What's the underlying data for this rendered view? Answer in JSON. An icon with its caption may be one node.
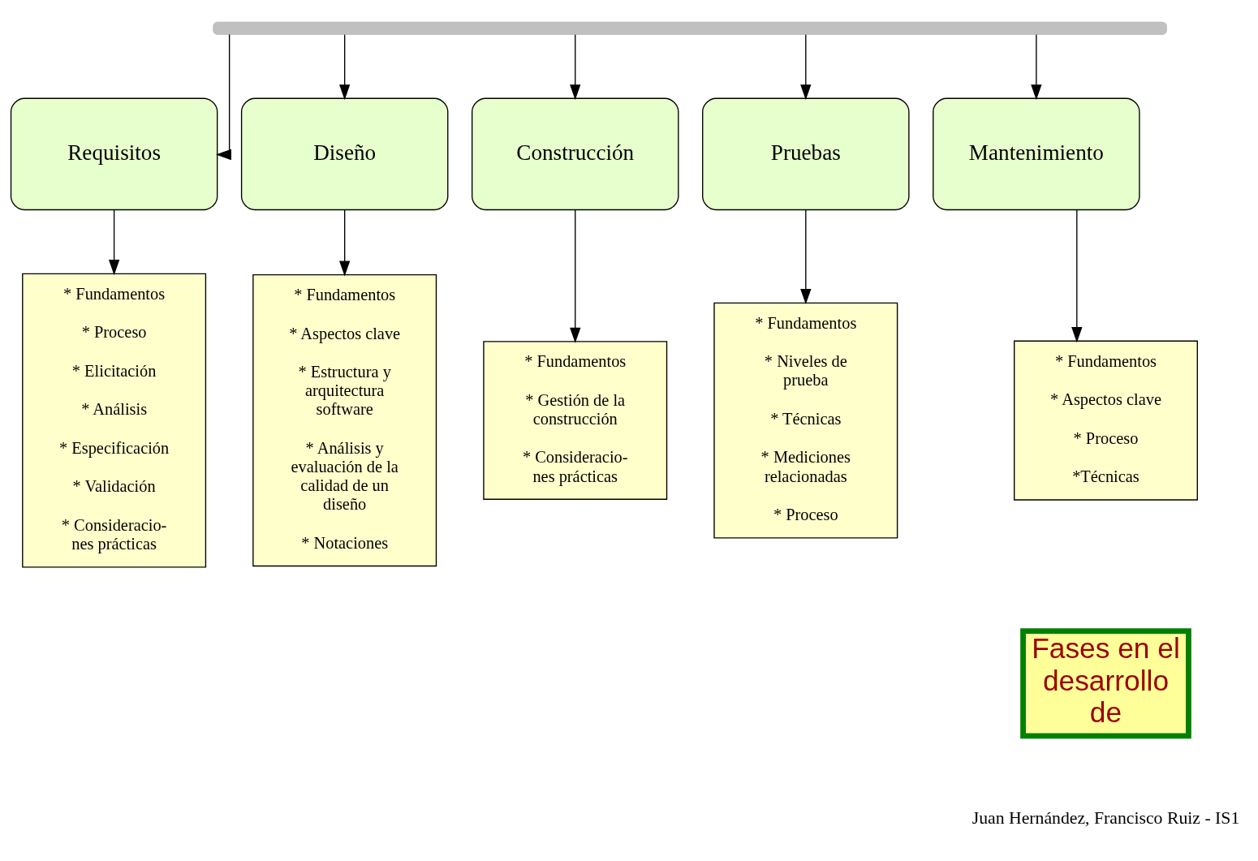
{
  "diagram": {
    "nodes": [
      {
        "text": [],
        "shape": "bar"
      },
      {
        "text": [
          "Requisitos"
        ]
      },
      {
        "text": [
          "Diseño"
        ]
      },
      {
        "text": [
          "Construcción"
        ]
      },
      {
        "text": [
          "Pruebas"
        ]
      },
      {
        "text": [
          "Mantenimiento"
        ]
      },
      {
        "text": [
          "* Fundamentos",
          "* Proceso",
          "* Elicitación",
          "* Análisis",
          "* Especificación",
          "* Validación",
          "* Consideracio- nes prácticas"
        ]
      },
      {
        "text": [
          "* Fundamentos",
          "* Aspectos clave",
          "* Estructura y arquitectura software",
          "* Análisis y evaluación de la calidad de un diseño",
          "* Notaciones"
        ]
      },
      {
        "text": [
          "* Fundamentos",
          "* Gestión de la construcción",
          "* Consideracio- nes prácticas"
        ]
      },
      {
        "text": [
          "* Fundamentos",
          "* Niveles de prueba",
          "* Técnicas",
          "* Mediciones relacionadas",
          "* Proceso"
        ]
      },
      {
        "text": [
          "* Fundamentos",
          "* Aspectos clave",
          "* Proceso",
          "*Técnicas"
        ]
      },
      {
        "text": [
          "Fases en el desarrollo de"
        ]
      }
    ],
    "edges": [
      {
        "from": 0,
        "to": 1,
        "arrow": "to"
      },
      {
        "from": 0,
        "to": 2,
        "arrow": "to"
      },
      {
        "from": 0,
        "to": 3,
        "arrow": "to"
      },
      {
        "from": 0,
        "to": 4,
        "arrow": "to"
      },
      {
        "from": 0,
        "to": 5,
        "arrow": "to"
      },
      {
        "from": 1,
        "to": 6,
        "arrow": "to"
      },
      {
        "from": 2,
        "to": 7,
        "arrow": "to"
      },
      {
        "from": 3,
        "to": 8,
        "arrow": "to"
      },
      {
        "from": 4,
        "to": 9,
        "arrow": "to"
      },
      {
        "from": 5,
        "to": 10,
        "arrow": "to"
      }
    ],
    "labels": [
      "Juan Hernández, Francisco Ruiz - IS1"
    ]
  }
}
